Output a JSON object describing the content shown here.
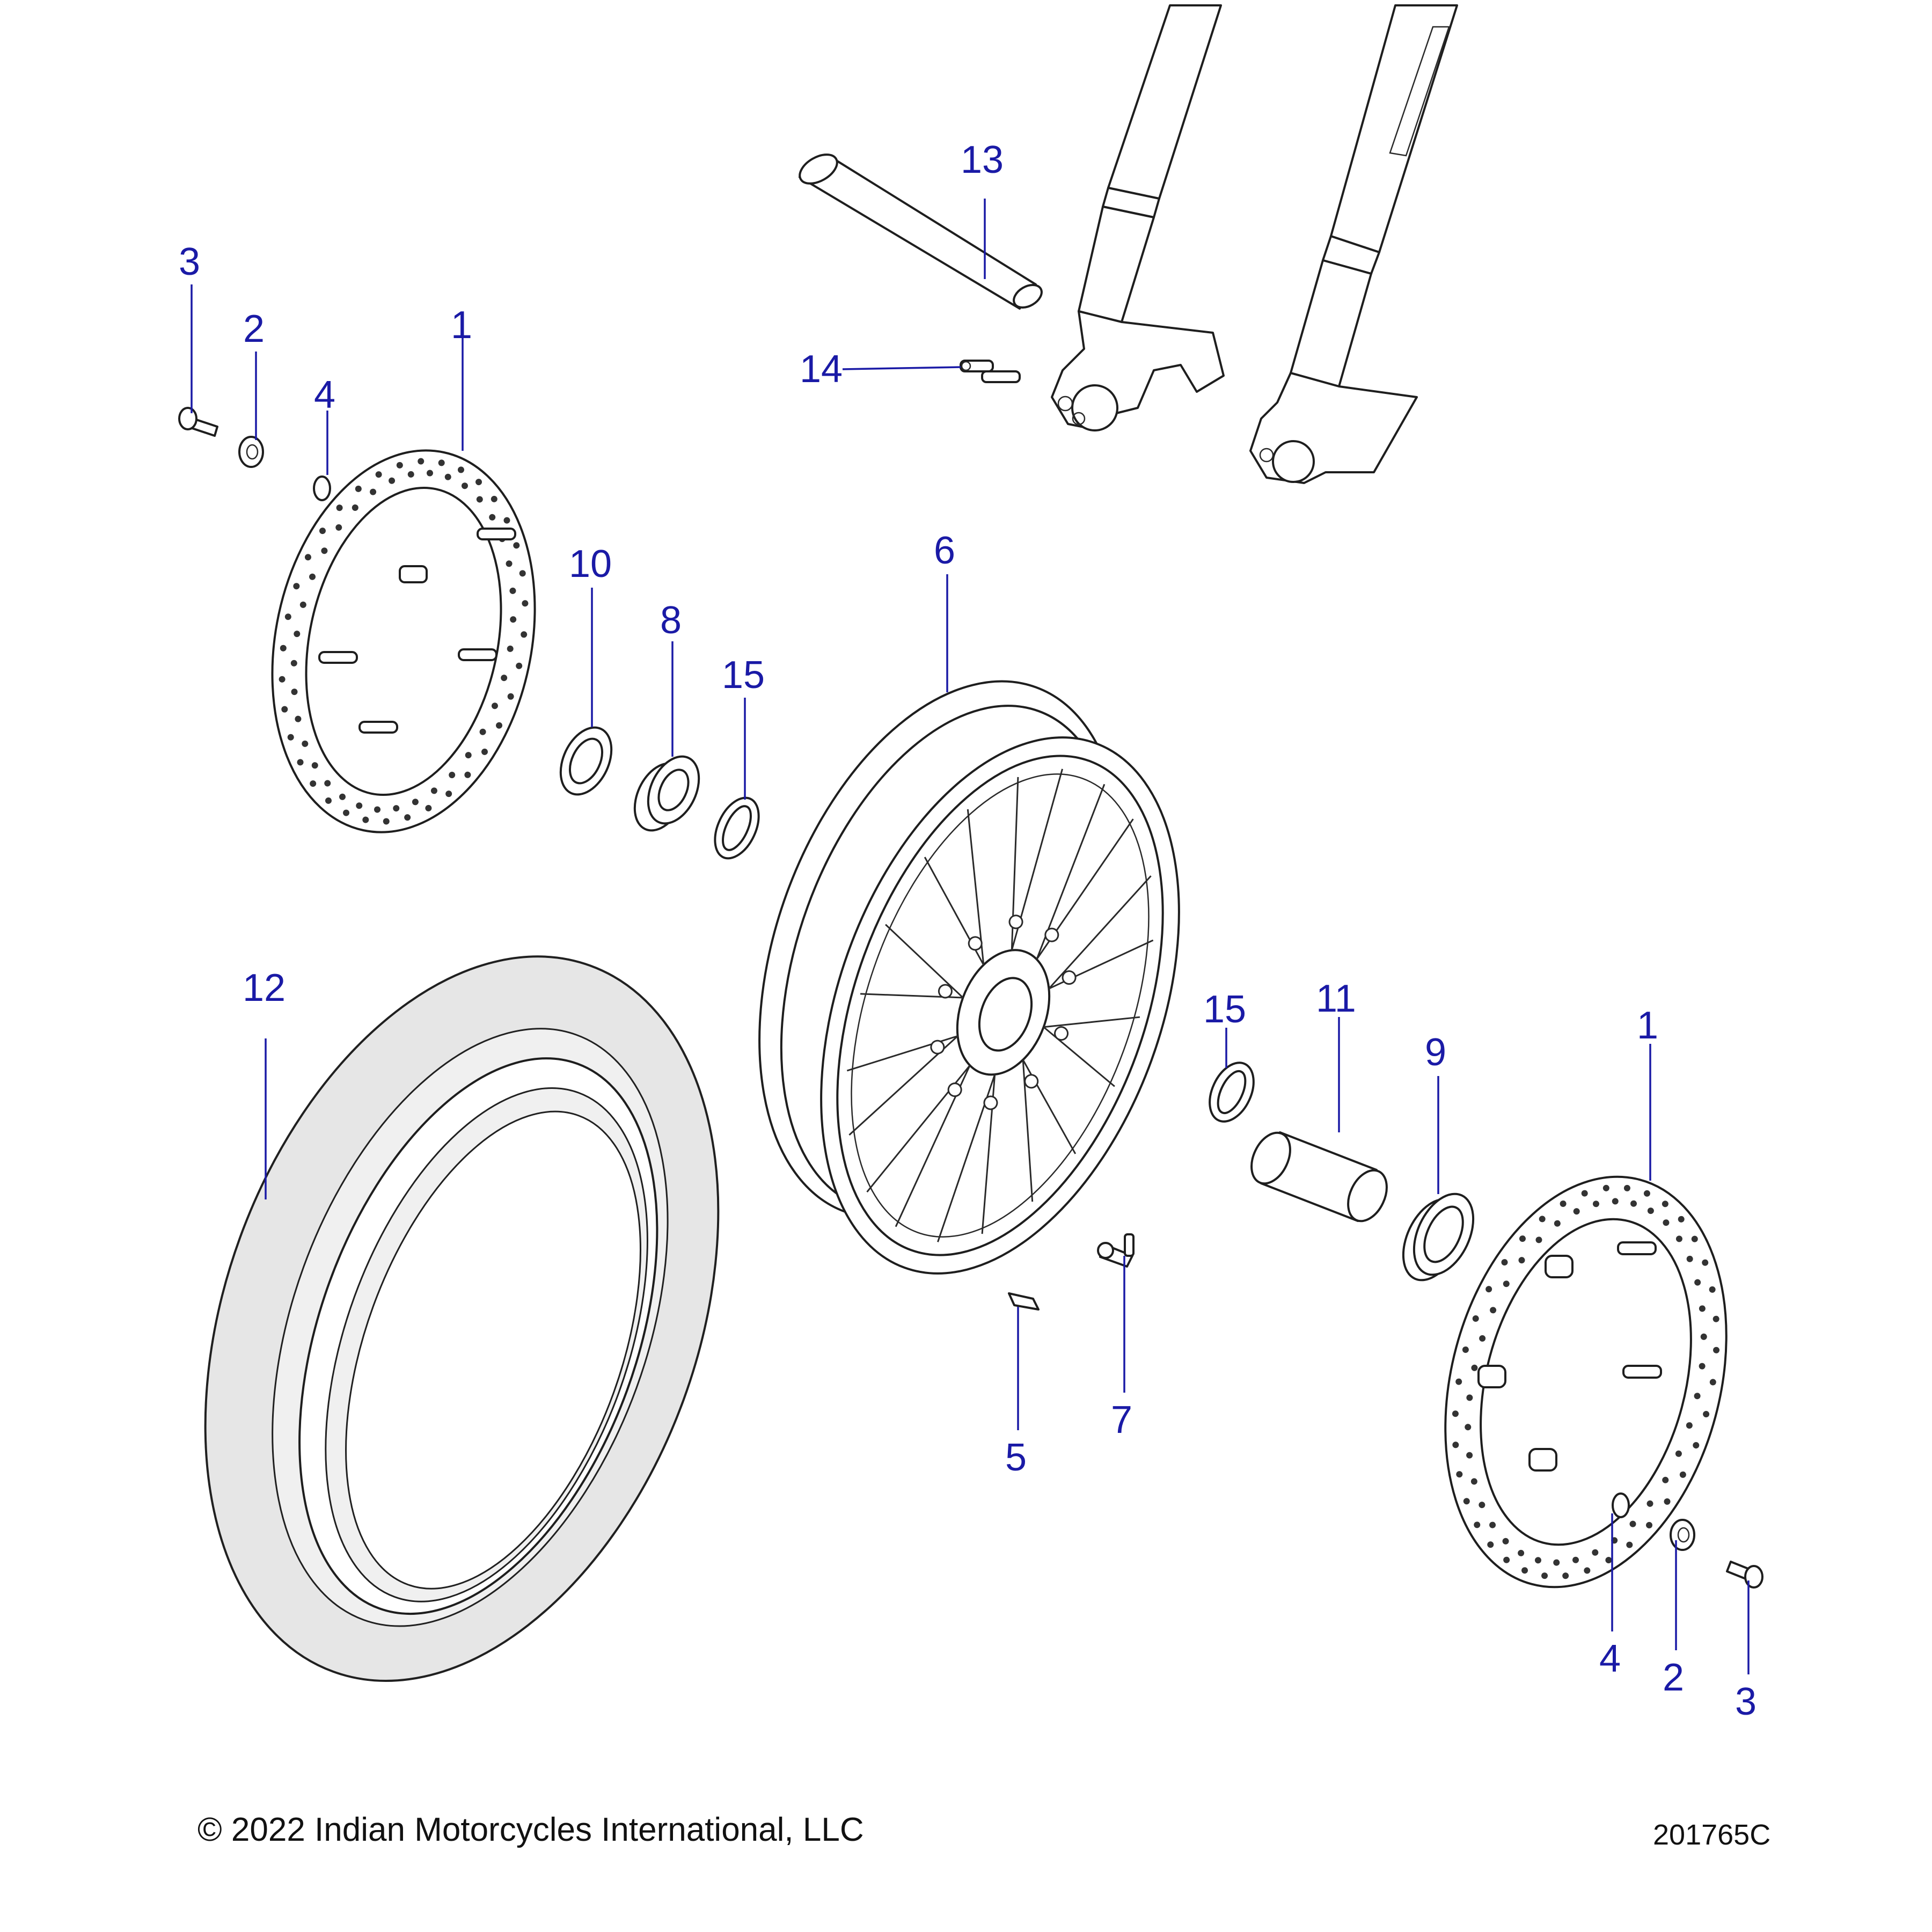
{
  "callouts": {
    "c1a": "1",
    "c2a": "2",
    "c3a": "3",
    "c4a": "4",
    "c10": "10",
    "c8": "8",
    "c15a": "15",
    "c6": "6",
    "c13": "13",
    "c14": "14",
    "c12": "12",
    "c15b": "15",
    "c11": "11",
    "c9": "9",
    "c1b": "1",
    "c5": "5",
    "c7": "7",
    "c4b": "4",
    "c2b": "2",
    "c3b": "3"
  },
  "footer": {
    "copyright": "© 2022 Indian Motorcycles International, LLC",
    "drawing_number": "201765C"
  },
  "colors": {
    "callout": "#1a1aa6",
    "line": "#1e1e1e",
    "tire": "#e6e6e6"
  }
}
